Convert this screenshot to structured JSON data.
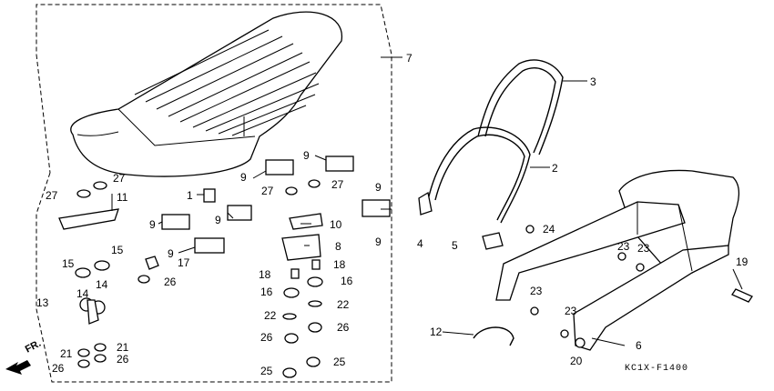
{
  "diagram": {
    "figure_code": "KC1X-F1400",
    "direction_label": "FR.",
    "callouts": [
      {
        "id": "c7",
        "text": "7"
      },
      {
        "id": "c3",
        "text": "3"
      },
      {
        "id": "c2",
        "text": "2"
      },
      {
        "id": "c9a",
        "text": "9"
      },
      {
        "id": "c9b",
        "text": "9"
      },
      {
        "id": "c9c",
        "text": "9"
      },
      {
        "id": "c9d",
        "text": "9"
      },
      {
        "id": "c9e",
        "text": "9"
      },
      {
        "id": "c9f",
        "text": "9"
      },
      {
        "id": "c9g",
        "text": "9"
      },
      {
        "id": "c27a",
        "text": "27"
      },
      {
        "id": "c27b",
        "text": "27"
      },
      {
        "id": "c27c",
        "text": "27"
      },
      {
        "id": "c27d",
        "text": "27"
      },
      {
        "id": "c11",
        "text": "11"
      },
      {
        "id": "c1",
        "text": "1"
      },
      {
        "id": "c10",
        "text": "10"
      },
      {
        "id": "c8",
        "text": "8"
      },
      {
        "id": "c4",
        "text": "4"
      },
      {
        "id": "c5",
        "text": "5"
      },
      {
        "id": "c24",
        "text": "24"
      },
      {
        "id": "c15a",
        "text": "15"
      },
      {
        "id": "c15b",
        "text": "15"
      },
      {
        "id": "c14a",
        "text": "14"
      },
      {
        "id": "c14b",
        "text": "14"
      },
      {
        "id": "c13",
        "text": "13"
      },
      {
        "id": "c17",
        "text": "17"
      },
      {
        "id": "c26a",
        "text": "26"
      },
      {
        "id": "c18a",
        "text": "18"
      },
      {
        "id": "c18b",
        "text": "18"
      },
      {
        "id": "c16a",
        "text": "16"
      },
      {
        "id": "c16b",
        "text": "16"
      },
      {
        "id": "c22a",
        "text": "22"
      },
      {
        "id": "c22b",
        "text": "22"
      },
      {
        "id": "c26b",
        "text": "26"
      },
      {
        "id": "c26c",
        "text": "26"
      },
      {
        "id": "c25a",
        "text": "25"
      },
      {
        "id": "c25b",
        "text": "25"
      },
      {
        "id": "c21a",
        "text": "21"
      },
      {
        "id": "c21b",
        "text": "21"
      },
      {
        "id": "c26d",
        "text": "26"
      },
      {
        "id": "c26e",
        "text": "26"
      },
      {
        "id": "c12",
        "text": "12"
      },
      {
        "id": "c23a",
        "text": "23"
      },
      {
        "id": "c23b",
        "text": "23"
      },
      {
        "id": "c23c",
        "text": "23"
      },
      {
        "id": "c23d",
        "text": "23"
      },
      {
        "id": "c19",
        "text": "19"
      },
      {
        "id": "c6",
        "text": "6"
      },
      {
        "id": "c20",
        "text": "20"
      }
    ]
  }
}
